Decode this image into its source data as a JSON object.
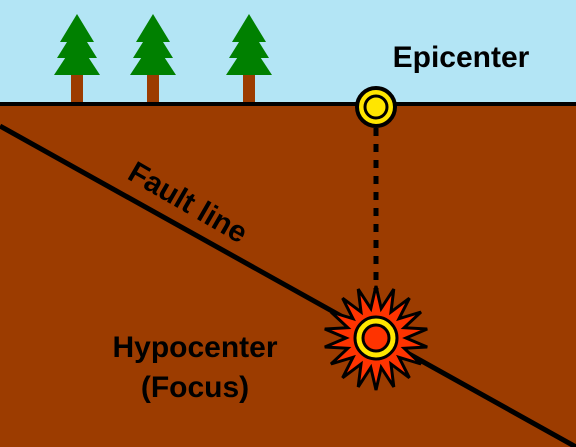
{
  "labels": {
    "epicenter": "Epicenter",
    "fault_line": "Fault line",
    "hypocenter_line1": "Hypocenter",
    "hypocenter_line2": "(Focus)"
  },
  "colors": {
    "sky": "#b3e5f5",
    "ground": "#9c3c00",
    "tree_foliage": "#008000",
    "tree_trunk": "#9c3c00",
    "epicenter_ring": "#ffe600",
    "burst_outer": "#ff3300",
    "burst_inner": "#ffe600",
    "focus_core": "#ff3300",
    "line": "#000000"
  },
  "icons": {
    "trees": [
      "pine-tree-icon",
      "pine-tree-icon",
      "pine-tree-icon"
    ],
    "epicenter_marker": "epicenter-ring-icon",
    "focus_marker": "explosion-burst-icon"
  }
}
